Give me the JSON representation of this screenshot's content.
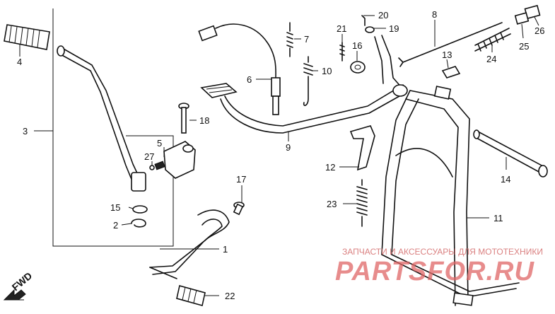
{
  "callouts": {
    "p1": "1",
    "p2": "2",
    "p3": "3",
    "p4": "4",
    "p5": "5",
    "p6": "6",
    "p7": "7",
    "p8": "8",
    "p9": "9",
    "p10": "10",
    "p11": "11",
    "p12": "12",
    "p13": "13",
    "p14": "14",
    "p15": "15",
    "p16": "16",
    "p17": "17",
    "p18": "18",
    "p19": "19",
    "p20": "20",
    "p21": "21",
    "p22": "22",
    "p23": "23",
    "p24": "24",
    "p25": "25",
    "p26": "26",
    "p27": "27"
  },
  "direction_marker": "FWD",
  "watermark": {
    "tagline": "ЗАПЧАСТИ И АКСЕССУАРЫ ДЛЯ МОТОТЕХНИКИ",
    "brand": "PARTSFOR.RU"
  }
}
